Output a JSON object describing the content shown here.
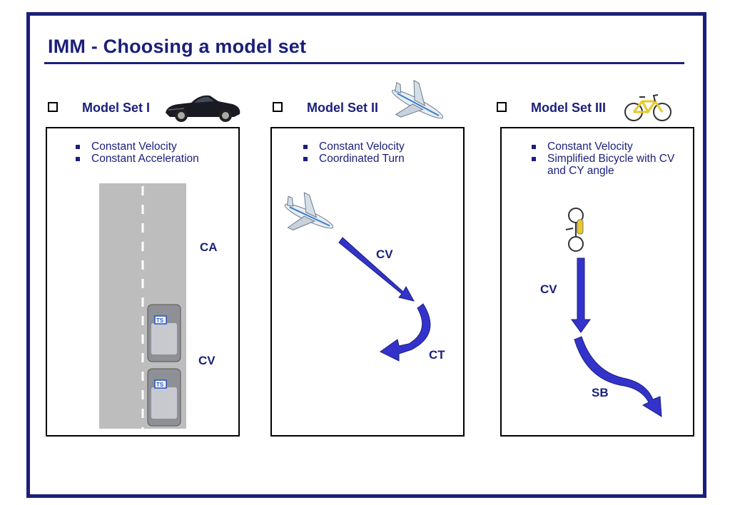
{
  "title": "IMM - Choosing a model set",
  "model_sets": [
    {
      "heading": "Model Set I",
      "icon": "car-icon",
      "bullets": [
        "Constant Velocity",
        "Constant Acceleration"
      ],
      "labels": {
        "upper": "CA",
        "lower": "CV"
      }
    },
    {
      "heading": "Model Set II",
      "icon": "airplane-icon",
      "bullets": [
        "Constant Velocity",
        "Coordinated Turn"
      ],
      "labels": {
        "straight": "CV",
        "turn": "CT"
      }
    },
    {
      "heading": "Model Set III",
      "icon": "bicycle-icon",
      "bullets": [
        "Constant Velocity",
        "Simplified Bicycle with CV and CY angle"
      ],
      "labels": {
        "straight": "CV",
        "curve": "SB"
      }
    }
  ],
  "colors": {
    "navy": "#1b1f7a",
    "arrow_fill": "#3333cc",
    "road": "#bdbdbd"
  }
}
